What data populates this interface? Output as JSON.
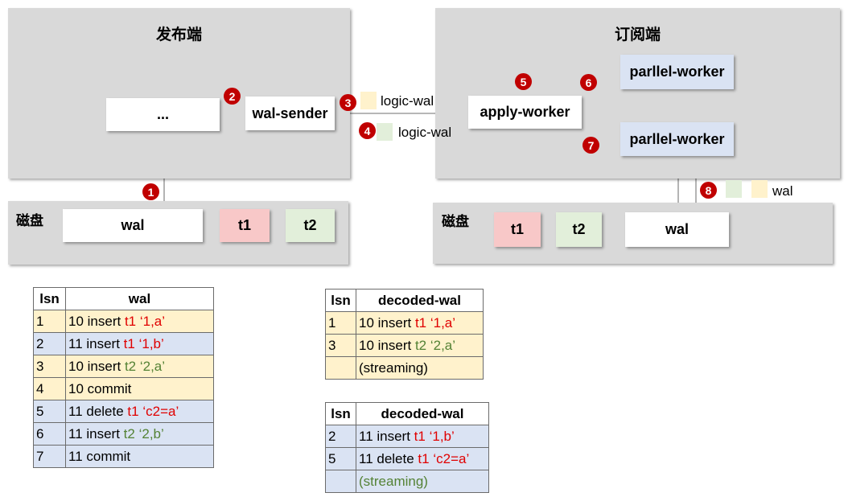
{
  "publisher": {
    "title": "发布端",
    "dots_label": "...",
    "sender_label": "wal-sender"
  },
  "subscriber": {
    "title": "订阅端",
    "apply_label": "apply-worker",
    "worker1_label": "parllel-worker",
    "worker2_label": "parllel-worker"
  },
  "pub_disk": {
    "label": "磁盘",
    "wal": "wal",
    "t1": "t1",
    "t2": "t2"
  },
  "sub_disk": {
    "label": "磁盘",
    "wal": "wal",
    "t1": "t1",
    "t2": "t2"
  },
  "badges": [
    "1",
    "2",
    "3",
    "4",
    "5",
    "6",
    "7",
    "8"
  ],
  "legend": {
    "logic_wal_1": "logic-wal",
    "logic_wal_2": "logic-wal",
    "wal": "wal"
  },
  "wal_table": {
    "headers": [
      "lsn",
      "wal"
    ],
    "rows": [
      {
        "lsn": "1",
        "a": "10 insert ",
        "t": "t1",
        "v": " ‘1,a’",
        "tc": "red",
        "row": "yellow"
      },
      {
        "lsn": "2",
        "a": "11 insert ",
        "t": "t1",
        "v": " ‘1,b’",
        "tc": "red",
        "row": "blue"
      },
      {
        "lsn": "3",
        "a": "10 insert ",
        "t": "t2",
        "v": " ‘2,a’",
        "tc": "green",
        "row": "yellow"
      },
      {
        "lsn": "4",
        "a": "10 commit",
        "t": "",
        "v": "",
        "tc": "",
        "row": "yellow"
      },
      {
        "lsn": "5",
        "a": "11 delete ",
        "t": "t1",
        "v": " ‘c2=a’",
        "tc": "red",
        "row": "blue"
      },
      {
        "lsn": "6",
        "a": "11 insert ",
        "t": "t2",
        "v": " ‘2,b’",
        "tc": "green",
        "row": "blue"
      },
      {
        "lsn": "7",
        "a": "11 commit",
        "t": "",
        "v": "",
        "tc": "",
        "row": "blue"
      }
    ]
  },
  "decoded_table_1": {
    "headers": [
      "lsn",
      "decoded-wal"
    ],
    "rows": [
      {
        "lsn": "1",
        "a": "10 insert ",
        "t": "t1",
        "v": " ‘1,a’",
        "tc": "red",
        "row": "yellow"
      },
      {
        "lsn": "3",
        "a": "10 insert ",
        "t": "t2",
        "v": " ‘2,a’",
        "tc": "green",
        "row": "yellow"
      },
      {
        "lsn": "",
        "a": "(streaming)",
        "t": "",
        "v": "",
        "tc": "",
        "row": "yellow"
      }
    ]
  },
  "decoded_table_2": {
    "headers": [
      "lsn",
      "decoded-wal"
    ],
    "rows": [
      {
        "lsn": "2",
        "a": "11 insert ",
        "t": "t1",
        "v": " ‘1,b’",
        "tc": "red",
        "row": "blue"
      },
      {
        "lsn": "5",
        "a": "11 delete ",
        "t": "t1",
        "v": " ‘c2=a’",
        "tc": "red",
        "row": "blue"
      },
      {
        "lsn": "",
        "a": "(streaming)",
        "t": "",
        "v": "",
        "tc": "",
        "row": "blue",
        "acolor": "green"
      }
    ]
  },
  "colors": {
    "panel": "#d9d9d9",
    "badge": "#c00000",
    "yellow": "#fff2cc",
    "blue": "#dae3f3",
    "pink": "#f8c8c8",
    "green_box": "#e2efda",
    "arrow_blue": "#2f5597",
    "arrow_gold": "#bf9000"
  }
}
